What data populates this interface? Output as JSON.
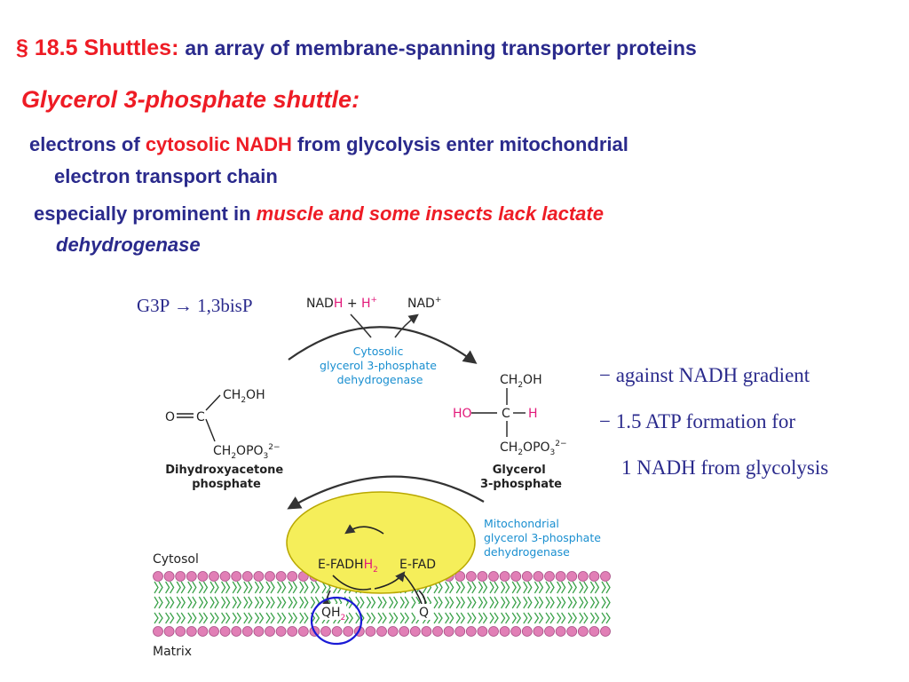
{
  "title": {
    "symbol": "§",
    "section": "18.5 Shuttles:",
    "desc": "an array of membrane-spanning transporter proteins"
  },
  "subheading": "Glycerol 3-phosphate shuttle:",
  "bullet1": {
    "p1": "electrons of ",
    "cytosolic": "cytosolic",
    "nadh": "NADH",
    "p2": " from glycolysis enter mitochondrial",
    "line2": "electron transport chain"
  },
  "bullet2": {
    "p1": "especially prominent in ",
    "hl1": "muscle and some insects lack lactate",
    "hl2": "dehydrogenase"
  },
  "g3p_label": "G3P → 1,3bisP",
  "notes": [
    "− against NADH gradient",
    "− 1.5 ATP formation for",
    "1 NADH from glycolysis"
  ],
  "diagram": {
    "nadh_h": {
      "nad": "NAD",
      "h": "H",
      "plus": " + ",
      "hp": "H",
      "sup": "+"
    },
    "nad_plus": {
      "text": "NAD",
      "sup": "+"
    },
    "cyto_enzyme": [
      "Cytosolic",
      "glycerol 3-phosphate",
      "dehydrogenase"
    ],
    "dhap": {
      "top": "CH2OH",
      "o": "O",
      "c": "C",
      "bottom": "CH2OPO3",
      "name": [
        "Dihydroxyacetone",
        "phosphate"
      ]
    },
    "g3p": {
      "top": "CH2OH",
      "ho": "HO",
      "c": "C",
      "h": "H",
      "bottom": "CH2OPO3",
      "name": [
        "Glycerol",
        "3-phosphate"
      ]
    },
    "mito_enzyme": [
      "Mitochondrial",
      "glycerol 3-phosphate",
      "dehydrogenase"
    ],
    "efadh2": "E-FADH",
    "efad": "E-FAD",
    "qh2": "QH",
    "q": "Q",
    "cytosol": "Cytosol",
    "matrix": "Matrix",
    "colors": {
      "text_navy": "#2a2a8c",
      "accent_red": "#ee1c25",
      "enzyme_blue": "#1a8fd0",
      "hydrogen_magenta": "#e2197a",
      "enzyme_fill": "#f5ee5a",
      "lipid_head": "#e17fb6",
      "lipid_tail": "#3ba24a",
      "qh2_ring": "#1a1ad6"
    }
  }
}
